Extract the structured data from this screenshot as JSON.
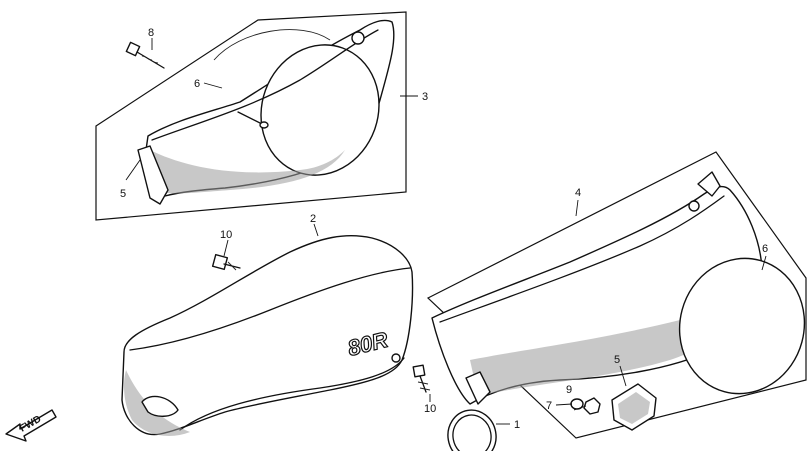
{
  "callouts": {
    "c8": "8",
    "c6_top": "6",
    "c3": "3",
    "c5_top": "5",
    "c2": "2",
    "c10_top": "10",
    "c4": "4",
    "c6_right": "6",
    "c5_bottom": "5",
    "c9": "9",
    "c7": "7",
    "c10_bottom": "10",
    "c1": "1"
  },
  "seat_emblem": "80R",
  "direction_label": "FWD"
}
